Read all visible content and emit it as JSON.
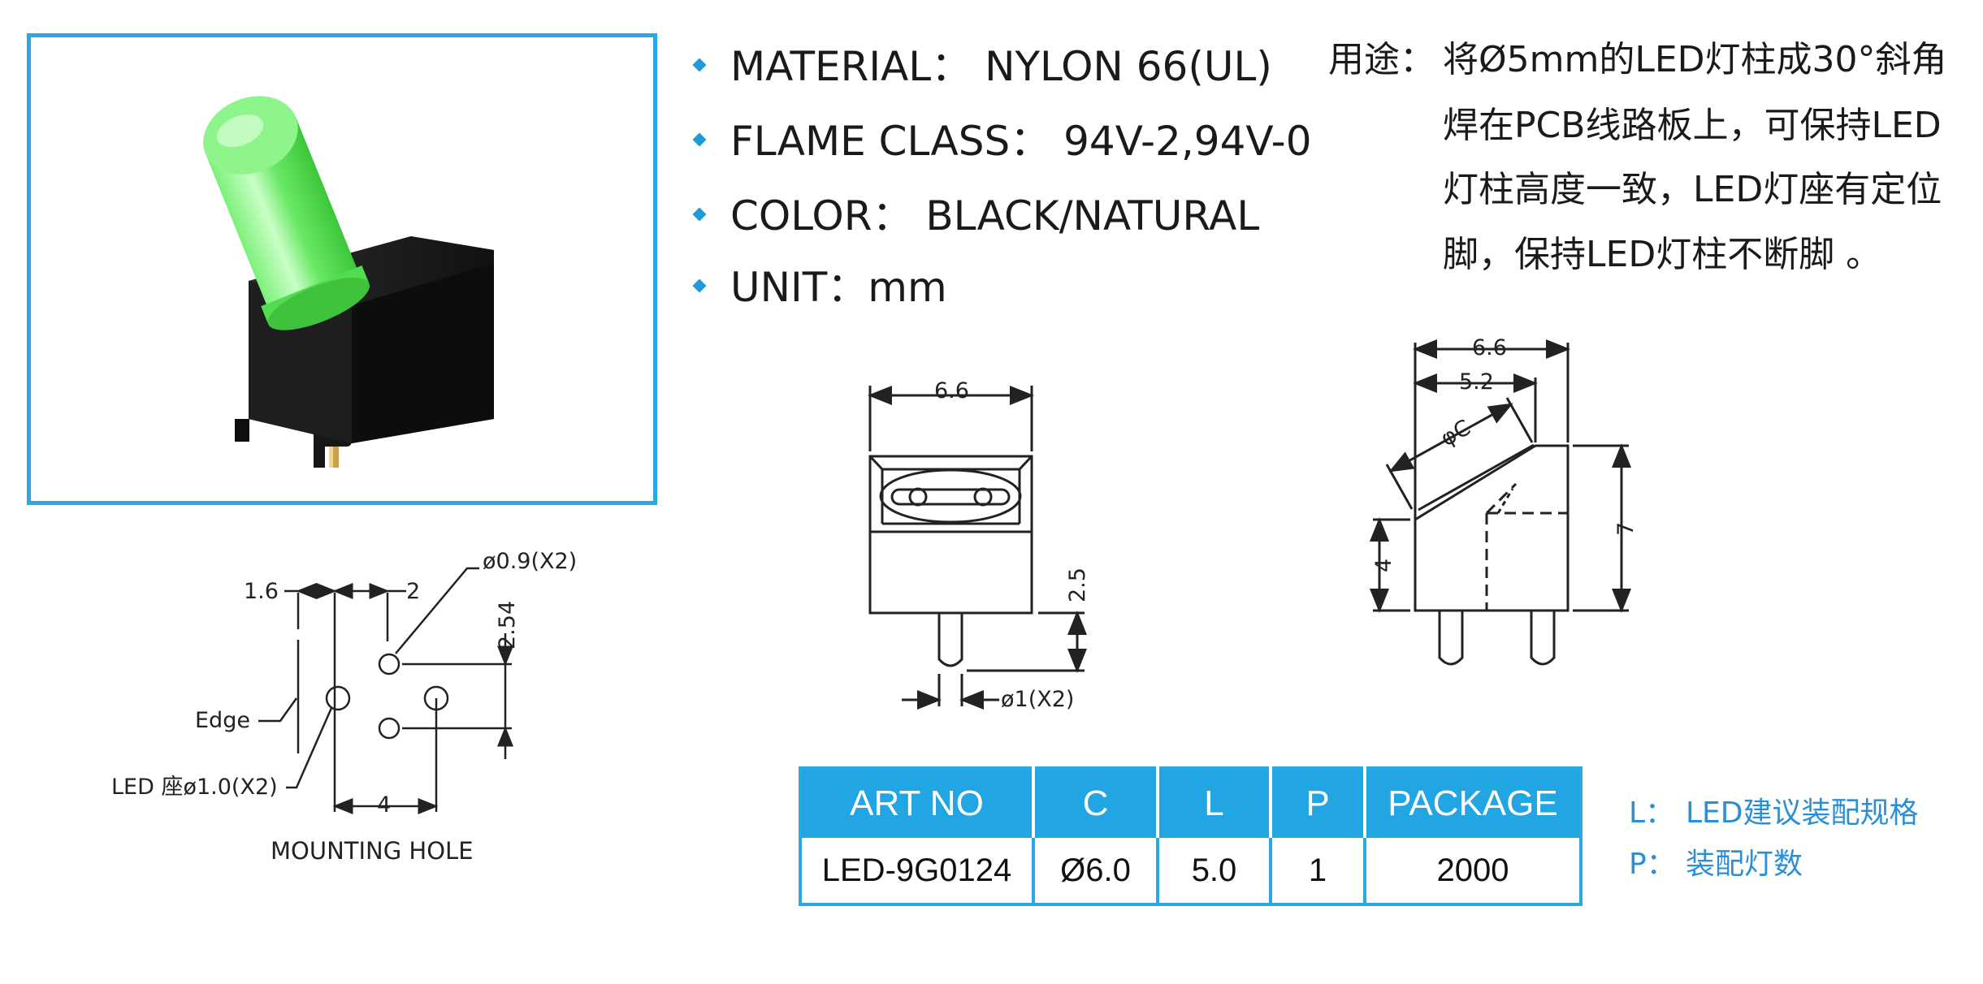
{
  "specs": [
    {
      "label": "MATERIAL：",
      "value": "NYLON 66(UL)"
    },
    {
      "label": "FLAME CLASS：",
      "value": "94V-2,94V-0"
    },
    {
      "label": "COLOR：",
      "value": "BLACK/NATURAL"
    },
    {
      "label": "UNIT：",
      "value": "mm"
    }
  ],
  "usage": {
    "label": "用途：",
    "lines": [
      "将Ø5mm的LED灯柱成30°斜角",
      "焊在PCB线路板上，可保持LED",
      "灯柱高度一致，LED灯座有定位",
      "脚，保持LED灯柱不断脚 。"
    ]
  },
  "mounting_hole": {
    "dim_1_6": "1.6",
    "dim_2": "2",
    "dim_2_54": "2.54",
    "dim_4": "4",
    "hole_label": "ø0.9(X2)",
    "edge_label": "Edge",
    "seat_label": "LED 座ø1.0(X2)",
    "title": "MOUNTING  HOLE"
  },
  "front_view": {
    "width": "6.6",
    "height": "2.5",
    "pin_label": "ø1(X2)"
  },
  "side_view": {
    "width_total": "6.6",
    "width_inner": "5.2",
    "diameter": "φC",
    "height_total": "7",
    "height_low": "4"
  },
  "table": {
    "headers": [
      "ART NO",
      "C",
      "L",
      "P",
      "PACKAGE"
    ],
    "rows": [
      [
        "LED-9G0124",
        "Ø6.0",
        "5.0",
        "1",
        "2000"
      ]
    ]
  },
  "legend": [
    {
      "key": "L：",
      "text": "LED建议装配规格"
    },
    {
      "key": "P：",
      "text": "装配灯数"
    }
  ],
  "colors": {
    "accent": "#21a5e3",
    "bullet": "#1f9ad8",
    "led_green": "#5fe35a",
    "holder_black": "#1b1b1b"
  }
}
